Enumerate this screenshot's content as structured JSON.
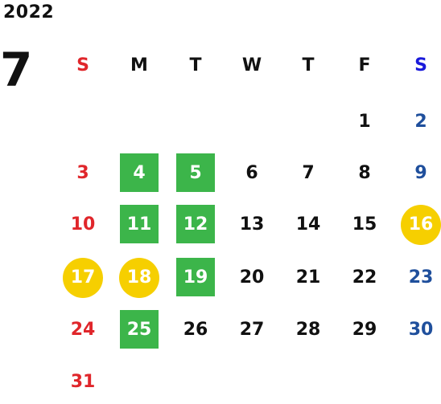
{
  "calendar": {
    "year": "2022",
    "month": "7",
    "colors": {
      "sunday": "#e0262b",
      "saturday": "#1f4f9c",
      "saturday_header": "#1a1adb",
      "weekday": "#111111",
      "green_highlight": "#3cb54a",
      "yellow_highlight": "#f6cf00"
    },
    "weekdays": [
      "S",
      "M",
      "T",
      "W",
      "T",
      "F",
      "S"
    ],
    "weeks": [
      [
        "",
        "",
        "",
        "",
        "",
        "1",
        "2"
      ],
      [
        "3",
        "4",
        "5",
        "6",
        "7",
        "8",
        "9"
      ],
      [
        "10",
        "11",
        "12",
        "13",
        "14",
        "15",
        "16"
      ],
      [
        "17",
        "18",
        "19",
        "20",
        "21",
        "22",
        "23"
      ],
      [
        "24",
        "25",
        "26",
        "27",
        "28",
        "29",
        "30"
      ],
      [
        "31",
        "",
        "",
        "",
        "",
        "",
        ""
      ]
    ],
    "green_days": [
      "4",
      "5",
      "11",
      "12",
      "19",
      "25"
    ],
    "yellow_days": [
      "16",
      "17",
      "18"
    ]
  }
}
